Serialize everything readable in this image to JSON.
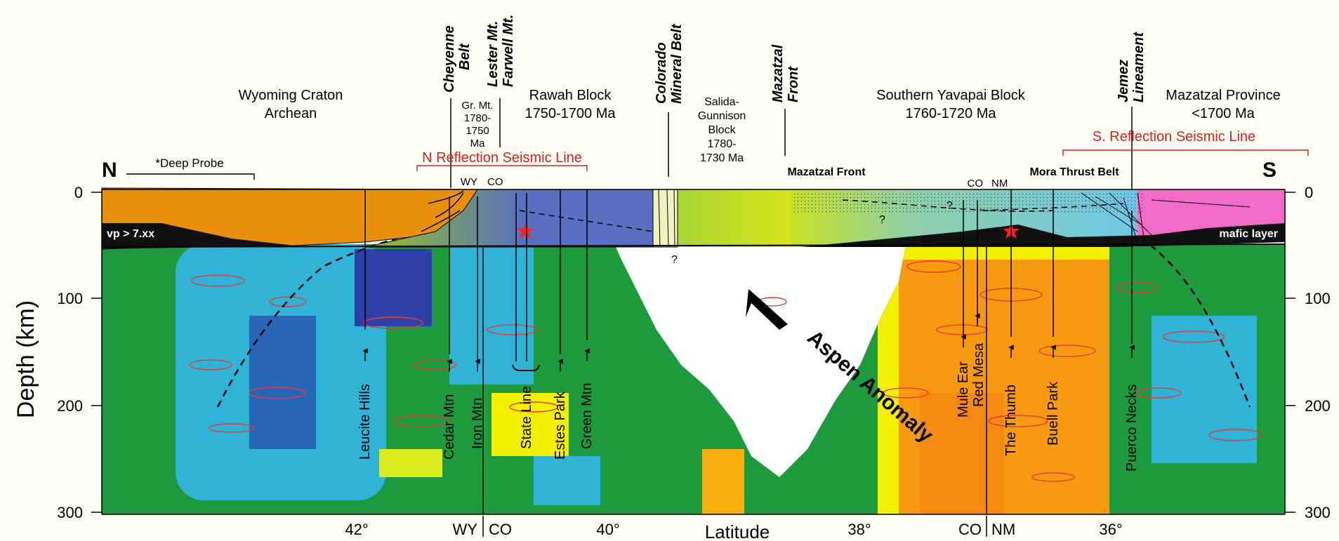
{
  "colors": {
    "background": "#fffff5",
    "craton_orange": "#e8900c",
    "rawah_green": "#94c421",
    "rawah_purple": "#5a6fc0",
    "salida_yellow": "#c8e022",
    "yavapai_cyan": "#6ec6e6",
    "mazatzal_pink": "#f06cc8",
    "mafic_black": "#111111",
    "seismic_red": "#d82020",
    "tomo_cyan": "#2fb4d8",
    "tomo_green": "#1e9a3e",
    "tomo_yellow": "#f2f000",
    "tomo_orange": "#f79a10",
    "tomo_blue": "#2e50b0"
  },
  "compass": {
    "north": "N",
    "south": "S"
  },
  "y_axis": {
    "label": "Depth (km)",
    "ticks": [
      "0",
      "100",
      "200",
      "300"
    ],
    "right_ticks": [
      "0",
      "100",
      "200",
      "300"
    ]
  },
  "x_axis": {
    "label": "Latitude",
    "ticks": [
      "42°",
      "40°",
      "38°",
      "36°"
    ],
    "state_borders": [
      {
        "left": "WY",
        "right": "CO"
      },
      {
        "left": "CO",
        "right": "NM"
      }
    ]
  },
  "province_labels": {
    "wyoming_craton": [
      "Wyoming Craton",
      "Archean"
    ],
    "rawah_block": [
      "Rawah Block",
      "1750-1700 Ma"
    ],
    "southern_yavapai": [
      "Southern Yavapai Block",
      "1760-1720 Ma"
    ],
    "mazatzal_province": [
      "Mazatzal Province",
      "<1700 Ma"
    ],
    "salida_gunnison": [
      "Salida-",
      "Gunnison",
      "Block",
      "1780-",
      "1730 Ma"
    ],
    "green_mt": [
      "Gr. Mt.",
      "1780-",
      "1750",
      "Ma"
    ]
  },
  "boundary_labels": {
    "cheyenne_belt": [
      "Cheyenne",
      "Belt"
    ],
    "lester_farwell": [
      "Lester Mt.",
      "Farwell Mt."
    ],
    "colorado_mineral_belt": [
      "Colorado",
      "Mineral Belt"
    ],
    "mazatzal_front": [
      "Mazatzal",
      "Front"
    ],
    "jemez_lineament": [
      "Jemez",
      "Lineament"
    ]
  },
  "seismic_lines": {
    "deep_probe": "*Deep Probe",
    "north": "N Reflection Seismic Line",
    "south": "S. Reflection Seismic Line"
  },
  "crust_labels": {
    "vp": "vp > 7.xx",
    "mafic_layer": "mafic layer",
    "mazatzal_front_thrust": "Mazatzal Front",
    "mora_thrust": "Mora Thrust Belt",
    "wy_co": [
      "WY",
      "CO"
    ],
    "co_nm": [
      "CO",
      "NM"
    ],
    "question_mark": "?"
  },
  "xenolith_sites": [
    "Leucite Hills",
    "Cedar Mtn",
    "Iron Mtn",
    "State Line",
    "Estes Park",
    "Green Mtn",
    "Mule Ear",
    "Red Mesa",
    "The Thumb",
    "Buell Park",
    "Puerco Necks"
  ],
  "anomaly": "Aspen Anomaly"
}
